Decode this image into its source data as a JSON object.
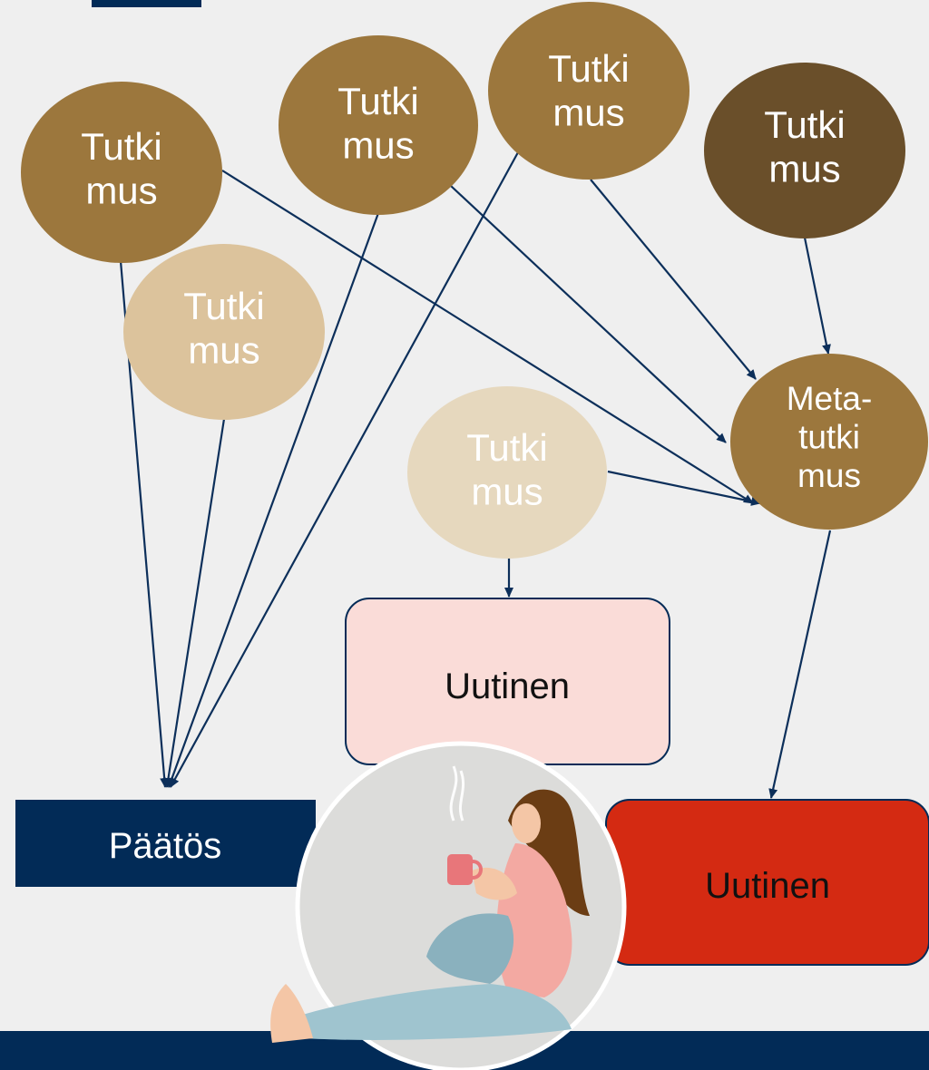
{
  "colors": {
    "background": "#efefef",
    "navy": "#022b57",
    "arrow": "#0c2f5a",
    "study_brown": "#9c773d",
    "study_dark": "#6a4f2a",
    "study_light": "#dcc39c",
    "study_pale": "#e6d8be",
    "news_light": "#fadcd8",
    "news_red": "#d42a12"
  },
  "nodes": {
    "study_1": "Tutki\nmus",
    "study_2": "Tutki\nmus",
    "study_3": "Tutki\nmus",
    "study_4": "Tutki\nmus",
    "study_5": "Tutki\nmus",
    "study_6": "Tutki\nmus",
    "meta_study": "Meta-\ntutki\nmus",
    "news_1": "Uutinen",
    "news_2": "Uutinen",
    "decision": "Päätös"
  },
  "illustration": {
    "name": "woman-drinking-coffee-illustration"
  }
}
